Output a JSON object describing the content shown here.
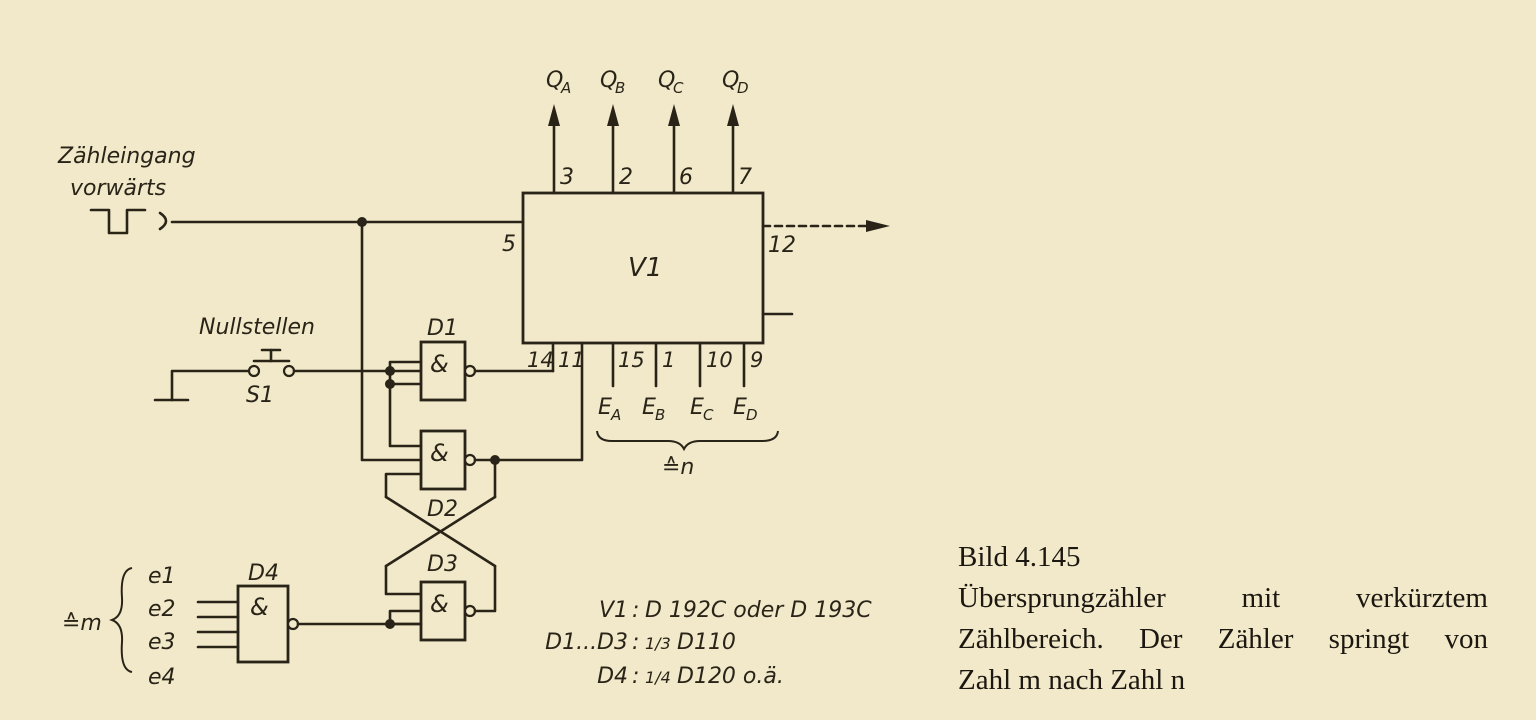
{
  "diagram": {
    "input_label_1": "Zähleingang",
    "input_label_2": "vorwärts",
    "reset_label": "Nullstellen",
    "switch": "S1",
    "counter": "V1",
    "outputs": [
      "Q",
      "Q",
      "Q",
      "Q"
    ],
    "output_subs": [
      "A",
      "B",
      "C",
      "D"
    ],
    "output_pins": [
      "3",
      "2",
      "6",
      "7"
    ],
    "pin_5": "5",
    "pin_12": "12",
    "pin_14": "14",
    "pin_11": "11",
    "preset_pins": [
      "15",
      "1",
      "10",
      "9"
    ],
    "preset_inputs": [
      "E",
      "E",
      "E",
      "E"
    ],
    "preset_subs": [
      "A",
      "B",
      "C",
      "D"
    ],
    "n_label": "≙n",
    "m_label": "≙m",
    "m_inputs": [
      "e1",
      "e2",
      "e3",
      "e4"
    ],
    "gates": [
      "D1",
      "D2",
      "D3",
      "D4"
    ],
    "gate_symbol": "&",
    "parts": [
      {
        "ref": "V1",
        "sep": ":",
        "value": "D 192C oder D 193C"
      },
      {
        "ref": "D1...D3",
        "sep": ":",
        "frac": "1/3",
        "value": "D110"
      },
      {
        "ref": "D4",
        "sep": ":",
        "frac": "1/4",
        "value": "D120 o.ä."
      }
    ]
  },
  "caption": {
    "figure": "Bild 4.145",
    "line1": "Übersprungzähler mit verkürztem",
    "line2": "Zählbereich. Der Zähler springt von",
    "line3": "Zahl m nach Zahl n"
  }
}
